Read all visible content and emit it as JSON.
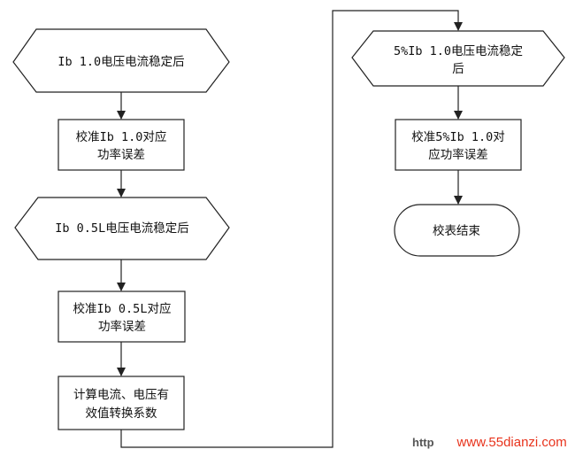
{
  "diagram": {
    "nodes": {
      "n1": "Ib 1.0电压电流稳定后",
      "n2": [
        "校准Ib 1.0对应",
        "功率误差"
      ],
      "n3": "Ib 0.5L电压电流稳定后",
      "n4": [
        "校准Ib 0.5L对应",
        "功率误差"
      ],
      "n5": [
        "计算电流、电压有",
        "效值转换系数"
      ],
      "n6": [
        "5%Ib 1.0电压电流稳定",
        "后"
      ],
      "n7": [
        "校准5%Ib 1.0对",
        "应功率误差"
      ],
      "n8": "校表结束"
    }
  },
  "watermark": {
    "prefix": "http",
    "site": "www.55dianzi.com"
  },
  "colors": {
    "stroke": "#222222",
    "text": "#111111",
    "watermark": "#e8331c",
    "watermark_prefix": "#555555"
  }
}
